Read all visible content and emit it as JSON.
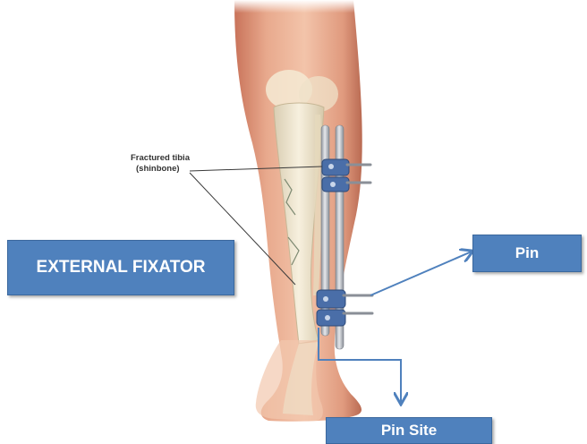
{
  "labels": {
    "fractured_tibia_line1": "Fractured tibia",
    "fractured_tibia_line2": "(shinbone)",
    "external_fixator": "EXTERNAL FIXATOR",
    "pin": "Pin",
    "pin_site": "Pin Site"
  },
  "colors": {
    "callout_box": "#4f81bd",
    "callout_border": "#3b689e",
    "callout_text": "#ffffff",
    "arrow": "#4f81bd",
    "skin": "#e8a98d",
    "bone": "#f0e6cf",
    "fixator_rod": "#c9ccd2",
    "clamp": "#4a6ea8"
  }
}
